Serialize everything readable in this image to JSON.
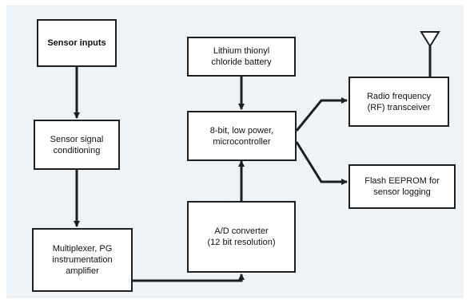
{
  "colors": {
    "background": "#eef3f7",
    "box_fill": "#ffffff",
    "line": "#1f1f1f"
  },
  "icons": {
    "antenna": "antenna-icon"
  },
  "blocks": {
    "sensor_inputs": "Sensor inputs",
    "signal_conditioning": "Sensor signal\nconditioning",
    "multiplexer": "Multiplexer, PG\ninstrumentation\namplifier",
    "battery": "Lithium thionyl\nchloride battery",
    "microcontroller": "8-bit, low power,\nmicrocontroller",
    "ad_converter": "A/D converter\n(12 bit resolution)",
    "rf_transceiver": "Radio frequency\n(RF) transceiver",
    "flash_eeprom": "Flash EEPROM for\nsensor logging"
  }
}
